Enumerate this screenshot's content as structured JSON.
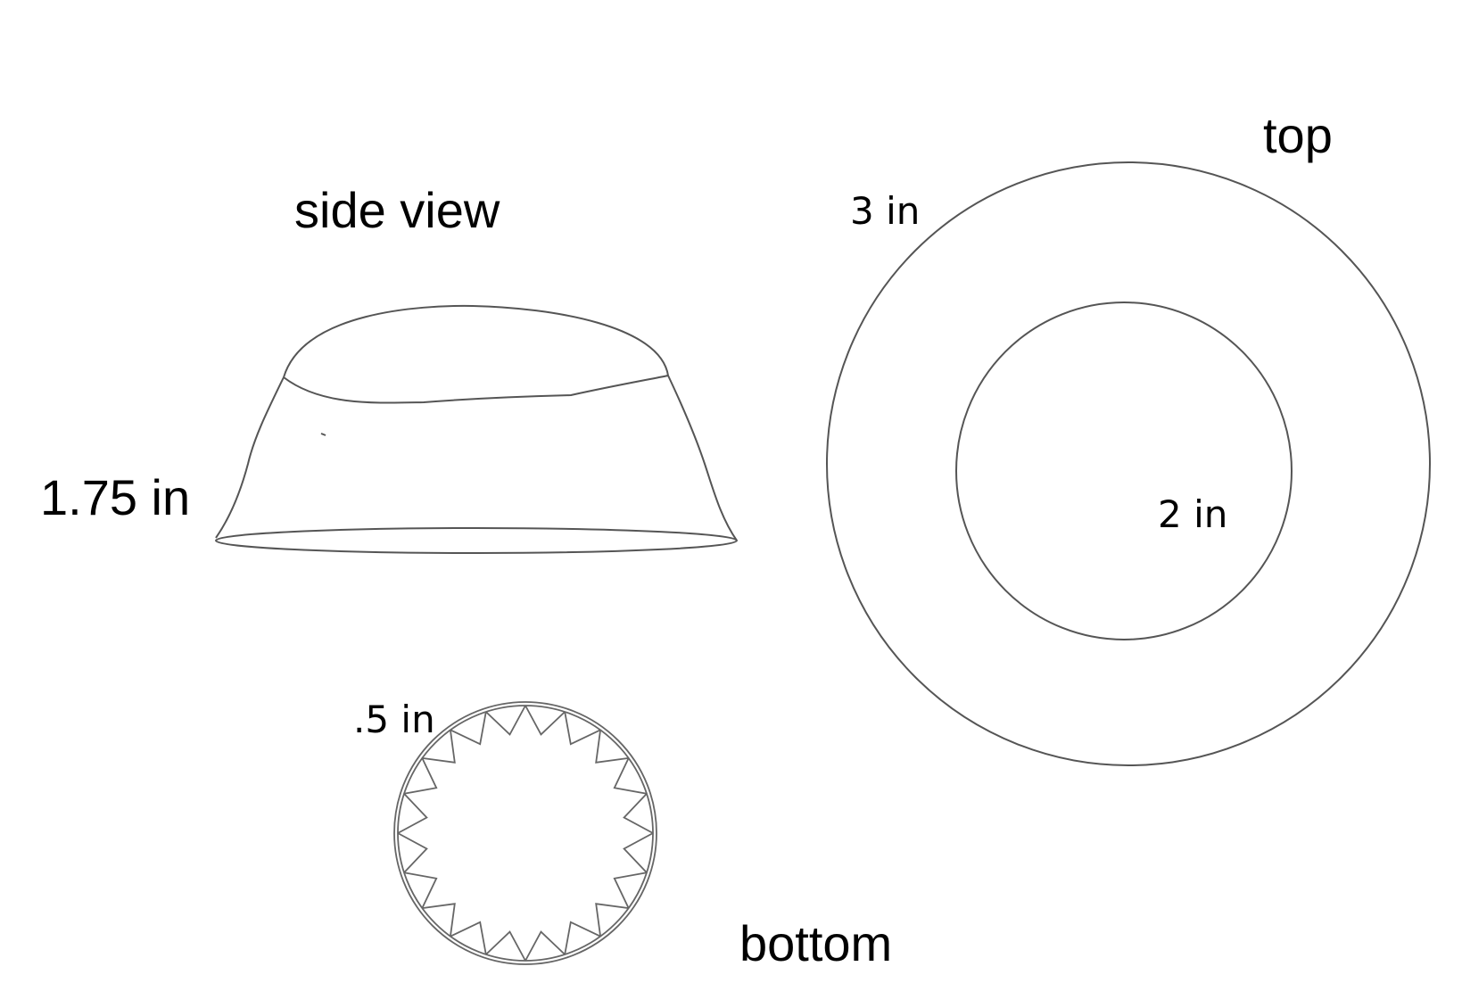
{
  "labels": {
    "side_view": "side view",
    "top": "top",
    "bottom": "bottom",
    "height": "1.75 in",
    "outer_diameter": "3 in",
    "inner_diameter": "2 in",
    "bottom_diameter": ".5 in"
  },
  "shapes": {
    "bottom_spike_count": 20
  },
  "colors": {
    "stroke": "#555555",
    "background": "#ffffff",
    "text": "#000000"
  }
}
